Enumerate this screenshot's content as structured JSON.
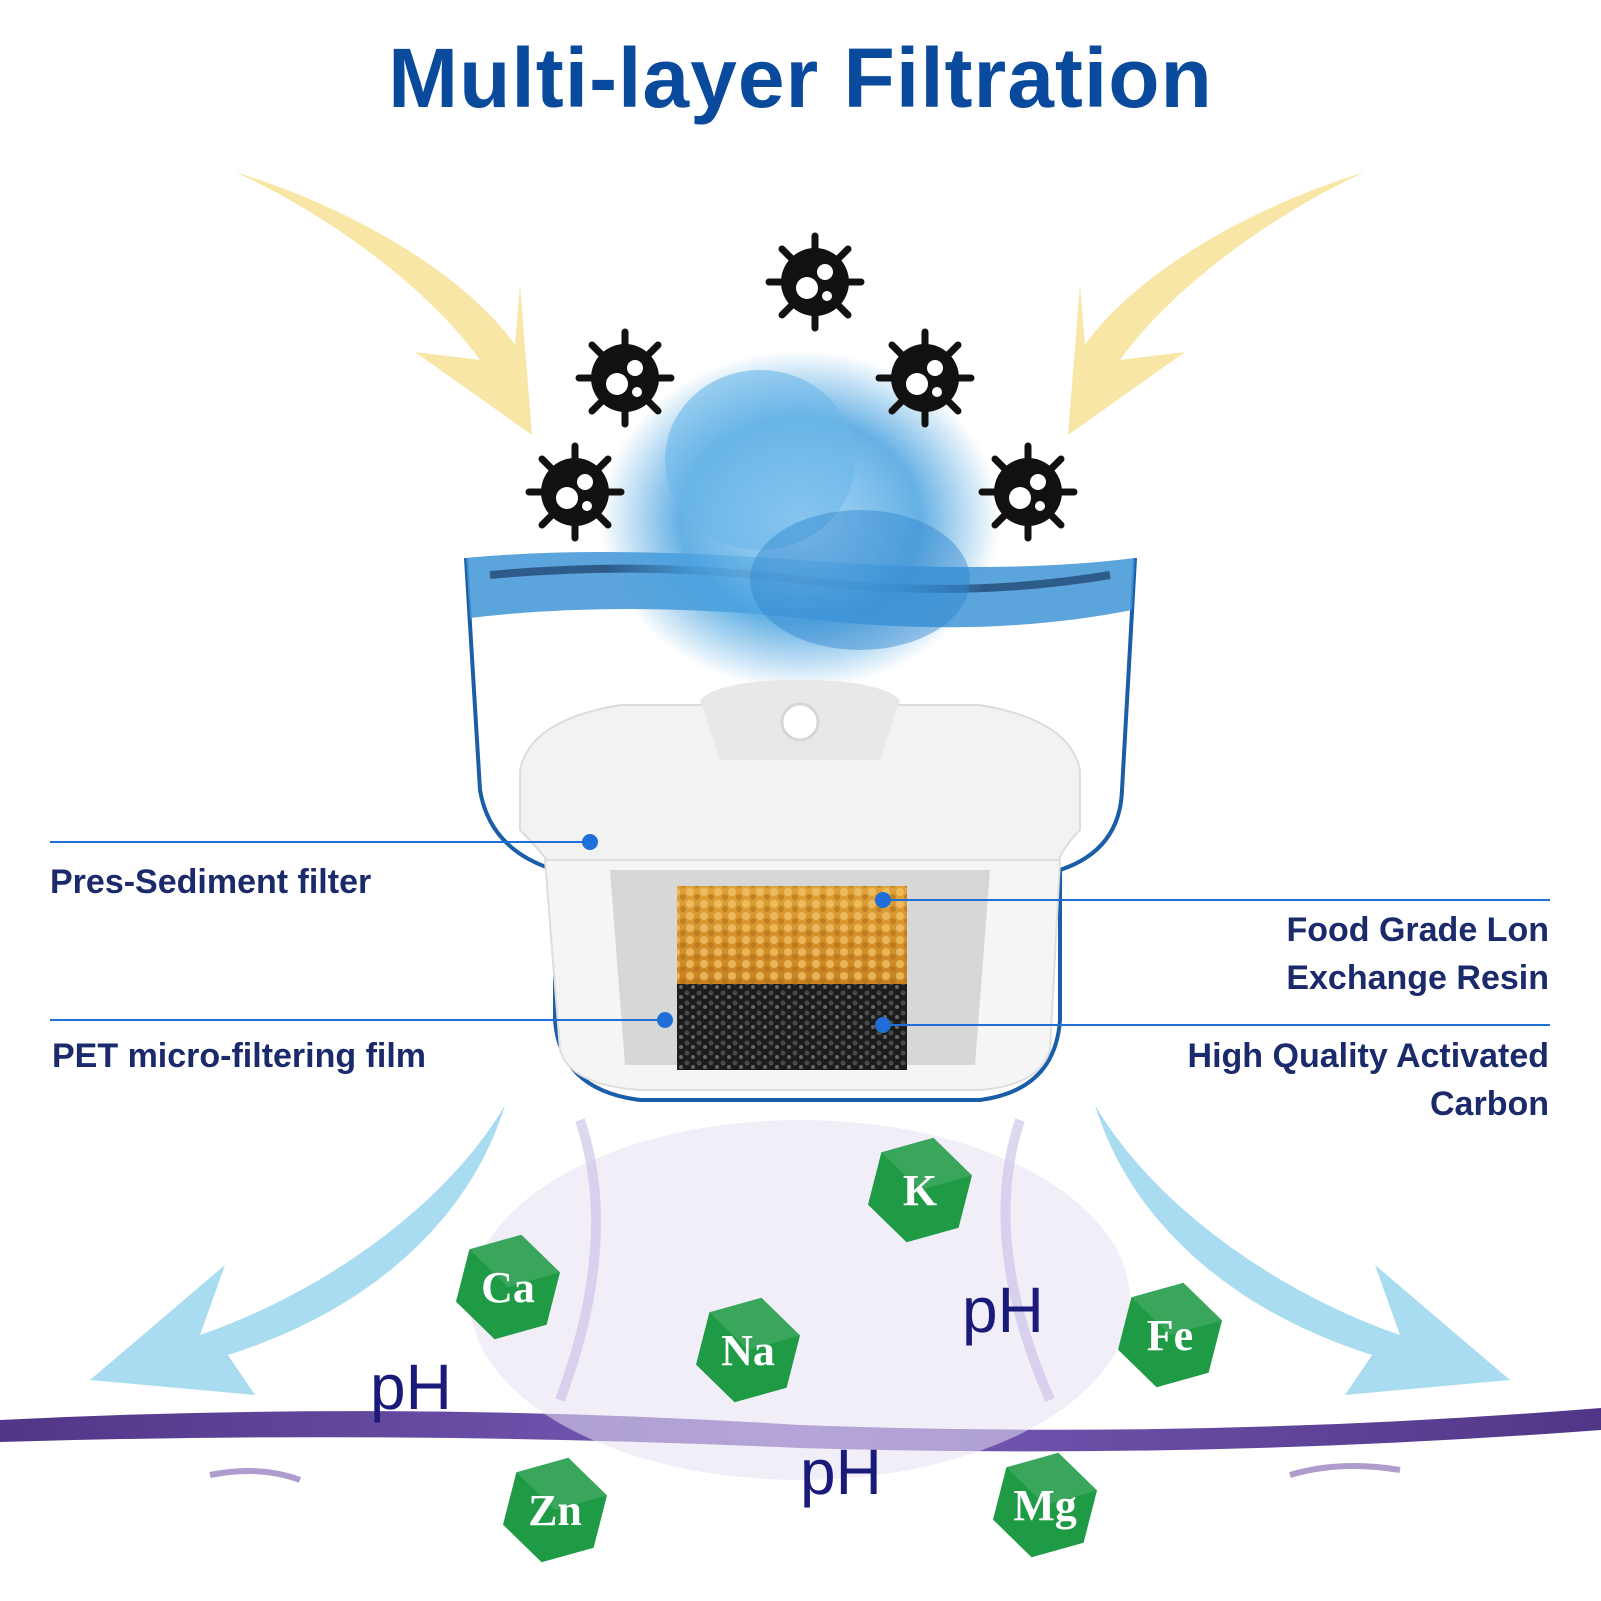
{
  "title": "Multi-layer Filtration",
  "labels": {
    "pre_sediment": "Pres-Sediment filter",
    "pet_film": "PET micro-filtering film",
    "resin_line1": "Food Grade Lon",
    "resin_line2": "Exchange Resin",
    "carbon_line1": "High Quality Activated",
    "carbon_line2": "Carbon"
  },
  "minerals": [
    "K",
    "Ca",
    "Na",
    "Fe",
    "Zn",
    "Mg"
  ],
  "ph_marks": [
    "pH",
    "pH",
    "pH"
  ],
  "colors": {
    "title": "#0a4a9c",
    "label": "#1b2a6b",
    "leader_line": "#1f6fd6",
    "mineral_hex": "#1f9a45",
    "arrow_in": "#f7e6a6",
    "arrow_out": "#a9dcf0",
    "water": "#3f94d6",
    "water_purple": "#5b3a9a"
  },
  "icons": [
    "bacteria-icon",
    "mineral-hexagon-icon"
  ]
}
